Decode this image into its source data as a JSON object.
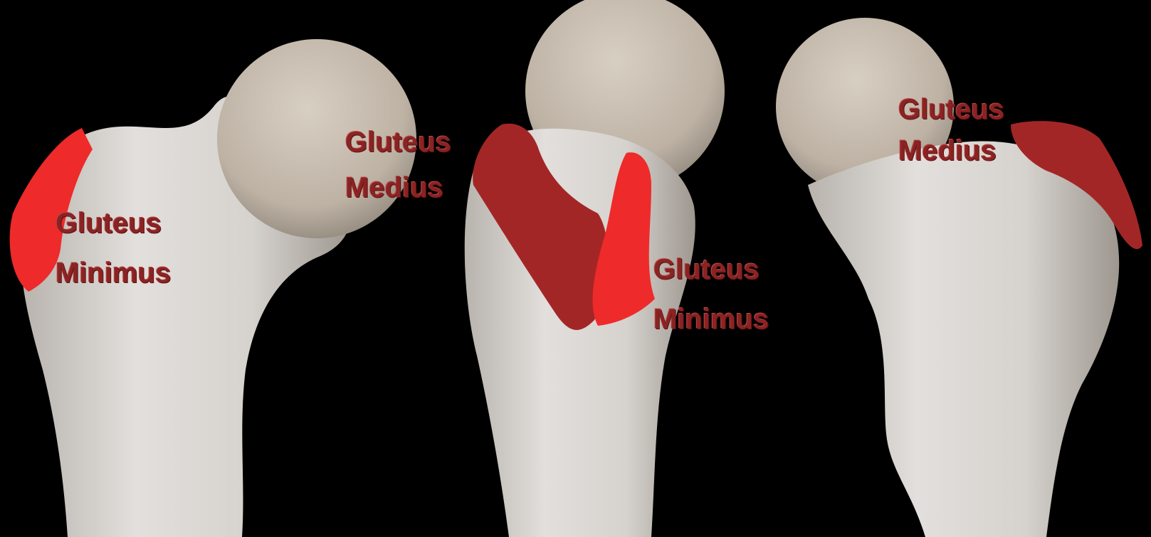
{
  "colors": {
    "background": "#000000",
    "bone": "#d9d5d0",
    "bone_shadow": "#a9a49d",
    "bone_head": "#c9bfb2",
    "gluteus_minimus": "#ee2a2a",
    "gluteus_medius": "#a32626",
    "label_text": "#8b2323"
  },
  "labels": {
    "left_minimus": [
      "Gluteus",
      "Minimus"
    ],
    "center_medius": [
      "Gluteus",
      "Medius"
    ],
    "center_minimus": [
      "Gluteus",
      "Minimus"
    ],
    "right_medius": [
      "Gluteus",
      "Medius"
    ]
  }
}
